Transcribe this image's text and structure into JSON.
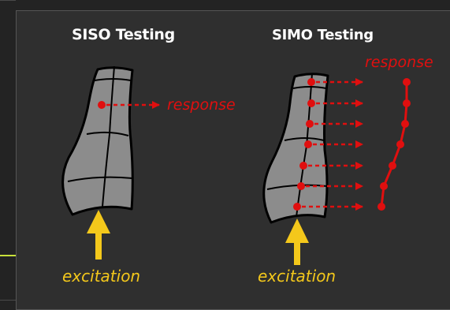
{
  "siso": {
    "title": "SISO Testing",
    "response_label": "response",
    "excitation_label": "excitation"
  },
  "simo": {
    "title": "SIMO Testing",
    "response_label": "response",
    "excitation_label": "excitation"
  },
  "colors": {
    "background": "#232323",
    "panel": "#2f2f2f",
    "structure_fill": "#8c8c8c",
    "response": "#e00f0f",
    "excitation": "#f4c81b",
    "accent": "#c8e03a"
  }
}
